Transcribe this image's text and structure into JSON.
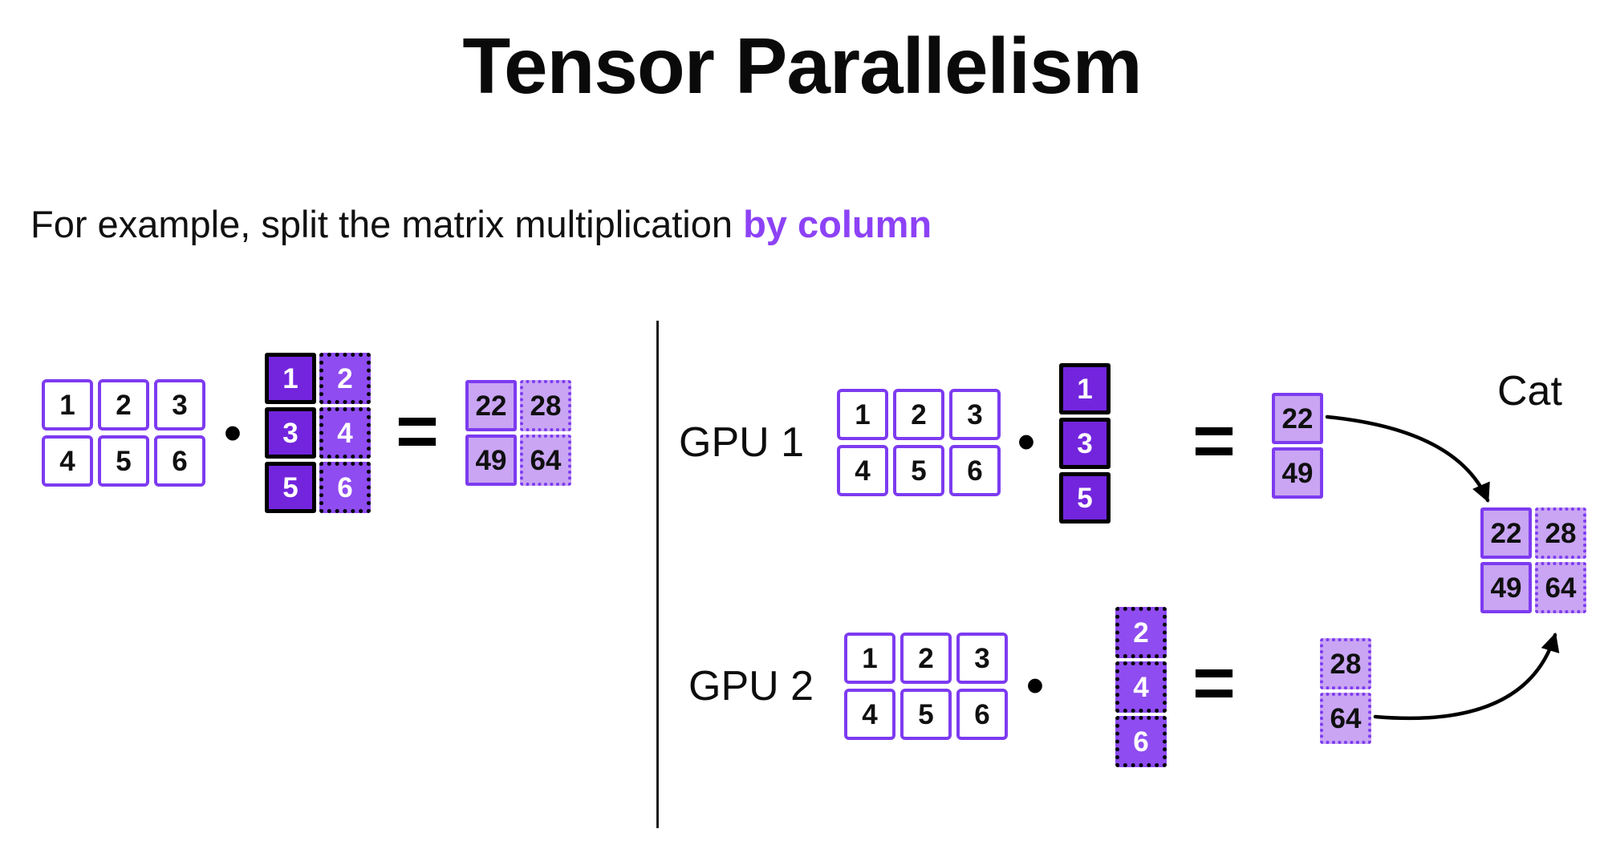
{
  "title": "Tensor Parallelism",
  "subtitle": {
    "text": "For example, split the matrix multiplication",
    "highlight": "by column"
  },
  "labels": {
    "gpu1": "GPU 1",
    "gpu2": "GPU 2",
    "cat": "Cat"
  },
  "operators": {
    "dot": "•",
    "equals": "="
  },
  "colors": {
    "purple_border": "#7d3bf0",
    "purple_dark": "#7325dd",
    "purple_mid": "#8f4cf0",
    "purple_light": "#c9a5f3",
    "highlight_text": "#8d42f6"
  },
  "overview": {
    "matrix_a": [
      [
        "1",
        "2",
        "3"
      ],
      [
        "4",
        "5",
        "6"
      ]
    ],
    "matrix_b": [
      [
        "1",
        "2"
      ],
      [
        "3",
        "4"
      ],
      [
        "5",
        "6"
      ]
    ],
    "result": [
      [
        "22",
        "28"
      ],
      [
        "49",
        "64"
      ]
    ]
  },
  "gpu1": {
    "matrix_a": [
      [
        "1",
        "2",
        "3"
      ],
      [
        "4",
        "5",
        "6"
      ]
    ],
    "weights_column": [
      "1",
      "3",
      "5"
    ],
    "result": [
      "22",
      "49"
    ]
  },
  "gpu2": {
    "matrix_a": [
      [
        "1",
        "2",
        "3"
      ],
      [
        "4",
        "5",
        "6"
      ]
    ],
    "weights_column": [
      "2",
      "4",
      "6"
    ],
    "result": [
      "28",
      "64"
    ]
  },
  "concat_result": [
    [
      "22",
      "28"
    ],
    [
      "49",
      "64"
    ]
  ]
}
